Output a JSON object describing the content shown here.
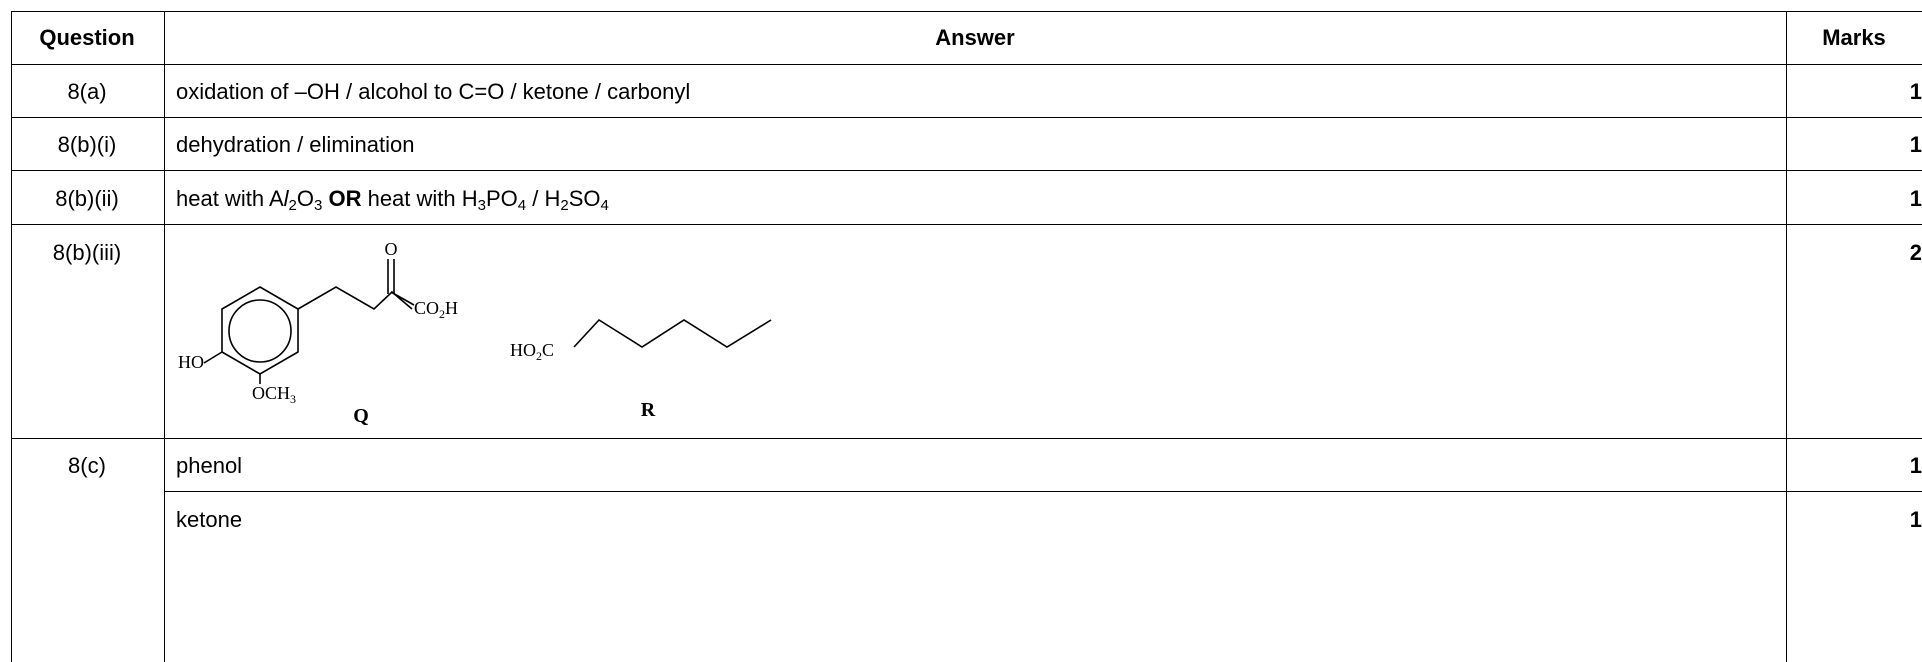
{
  "header": {
    "question": "Question",
    "answer": "Answer",
    "marks": "Marks"
  },
  "rows": [
    {
      "question": "8(a)",
      "answer": "oxidation of –OH / alcohol to C=O / ketone / carbonyl",
      "marks": "1"
    },
    {
      "question": "8(b)(i)",
      "answer": "dehydration / elimination",
      "marks": "1"
    },
    {
      "question": "8(b)(ii)",
      "answer_parts": {
        "t1": "heat with A",
        "t2": "l",
        "t3": "2",
        "t4": "O",
        "t5": "3",
        "t6": " ",
        "t7": "OR",
        "t8": " heat with H",
        "t9": "3",
        "t10": "PO",
        "t11": "4",
        "t12": " / H",
        "t13": "2",
        "t14": "SO",
        "t15": "4"
      },
      "marks": "1"
    },
    {
      "question": "8(b)(iii)",
      "structures": {
        "q": {
          "o": "O",
          "co2h": "CO",
          "co2h_sub": "2",
          "co2h_end": "H",
          "ho": "HO",
          "och3": "OCH",
          "och3_sub": "3",
          "label": "Q"
        },
        "r": {
          "ho2c": "HO",
          "ho2c_sub": "2",
          "ho2c_end": "C",
          "label": "R"
        }
      },
      "marks": "2"
    },
    {
      "question": "8(c)",
      "answer": "phenol",
      "marks": "1"
    },
    {
      "answer": "ketone",
      "marks": "1"
    }
  ]
}
